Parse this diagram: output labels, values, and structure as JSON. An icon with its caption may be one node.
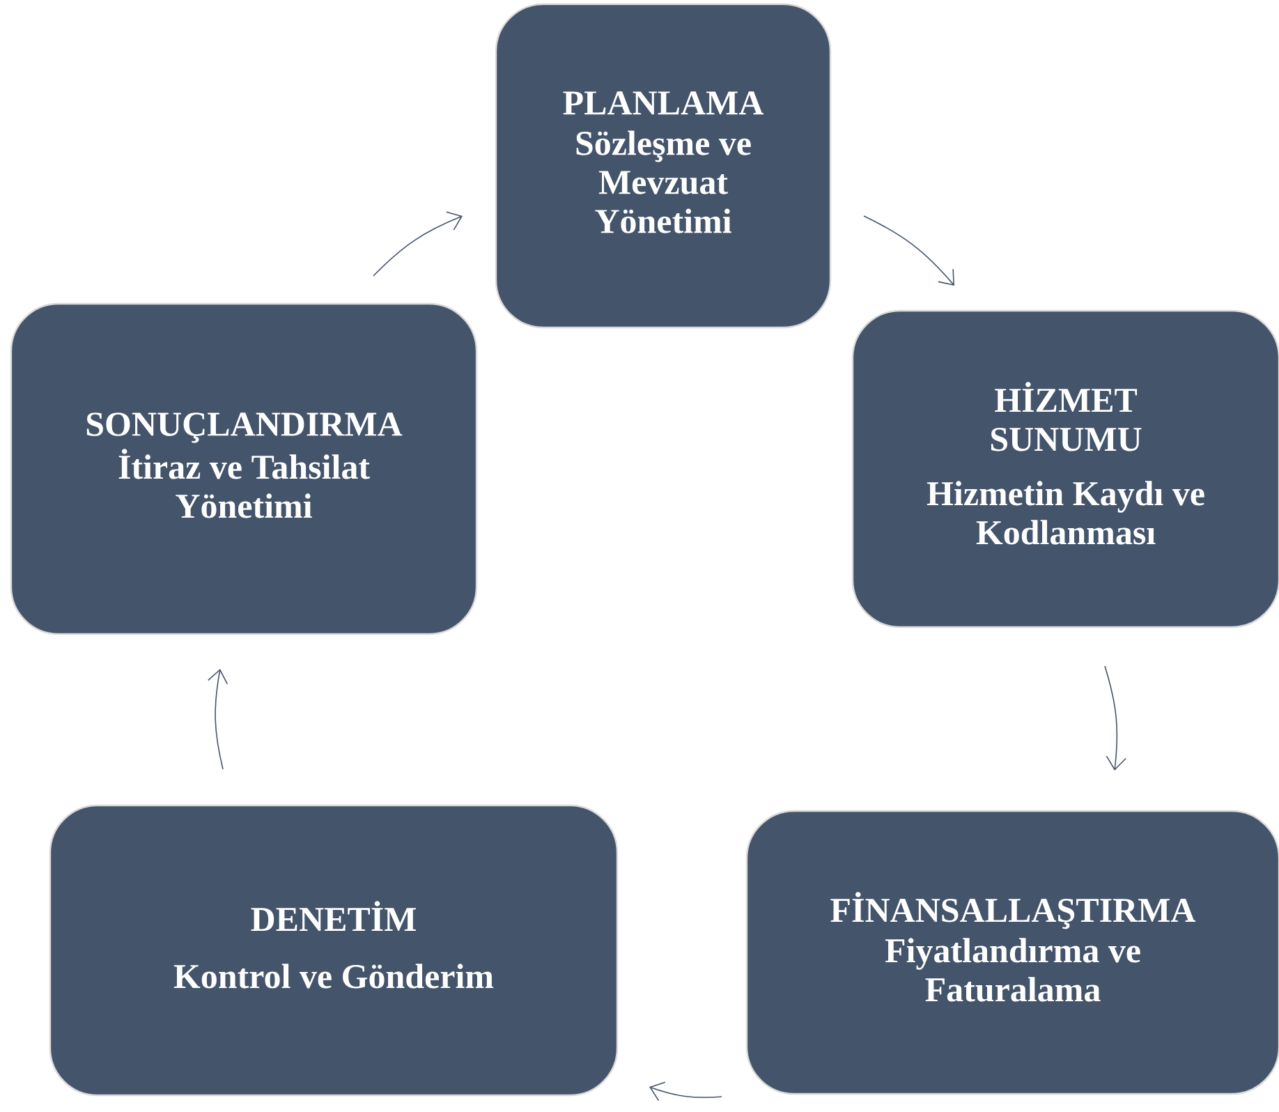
{
  "diagram": {
    "nodes": [
      {
        "text": [
          "PLANLAMA",
          "Sözleşme ve Mevzuat Yönetimi"
        ]
      },
      {
        "text": [
          "HİZMET SUNUMU",
          "Hizmetin Kaydı ve Kodlanması"
        ]
      },
      {
        "text": [
          "FİNANSALLAŞTIRMA",
          "Fiyatlandırma ve Faturalama"
        ]
      },
      {
        "text": [
          "DENETİM",
          "Kontrol ve Gönderim"
        ]
      },
      {
        "text": [
          "SONUÇLANDIRMA",
          "İtiraz ve Tahsilat Yönetimi"
        ]
      }
    ],
    "edges": [
      {
        "from": 0,
        "to": 1,
        "arrow": "to"
      },
      {
        "from": 1,
        "to": 2,
        "arrow": "to"
      },
      {
        "from": 2,
        "to": 3,
        "arrow": "to"
      },
      {
        "from": 3,
        "to": 4,
        "arrow": "to"
      },
      {
        "from": 4,
        "to": 0,
        "arrow": "to"
      }
    ]
  }
}
